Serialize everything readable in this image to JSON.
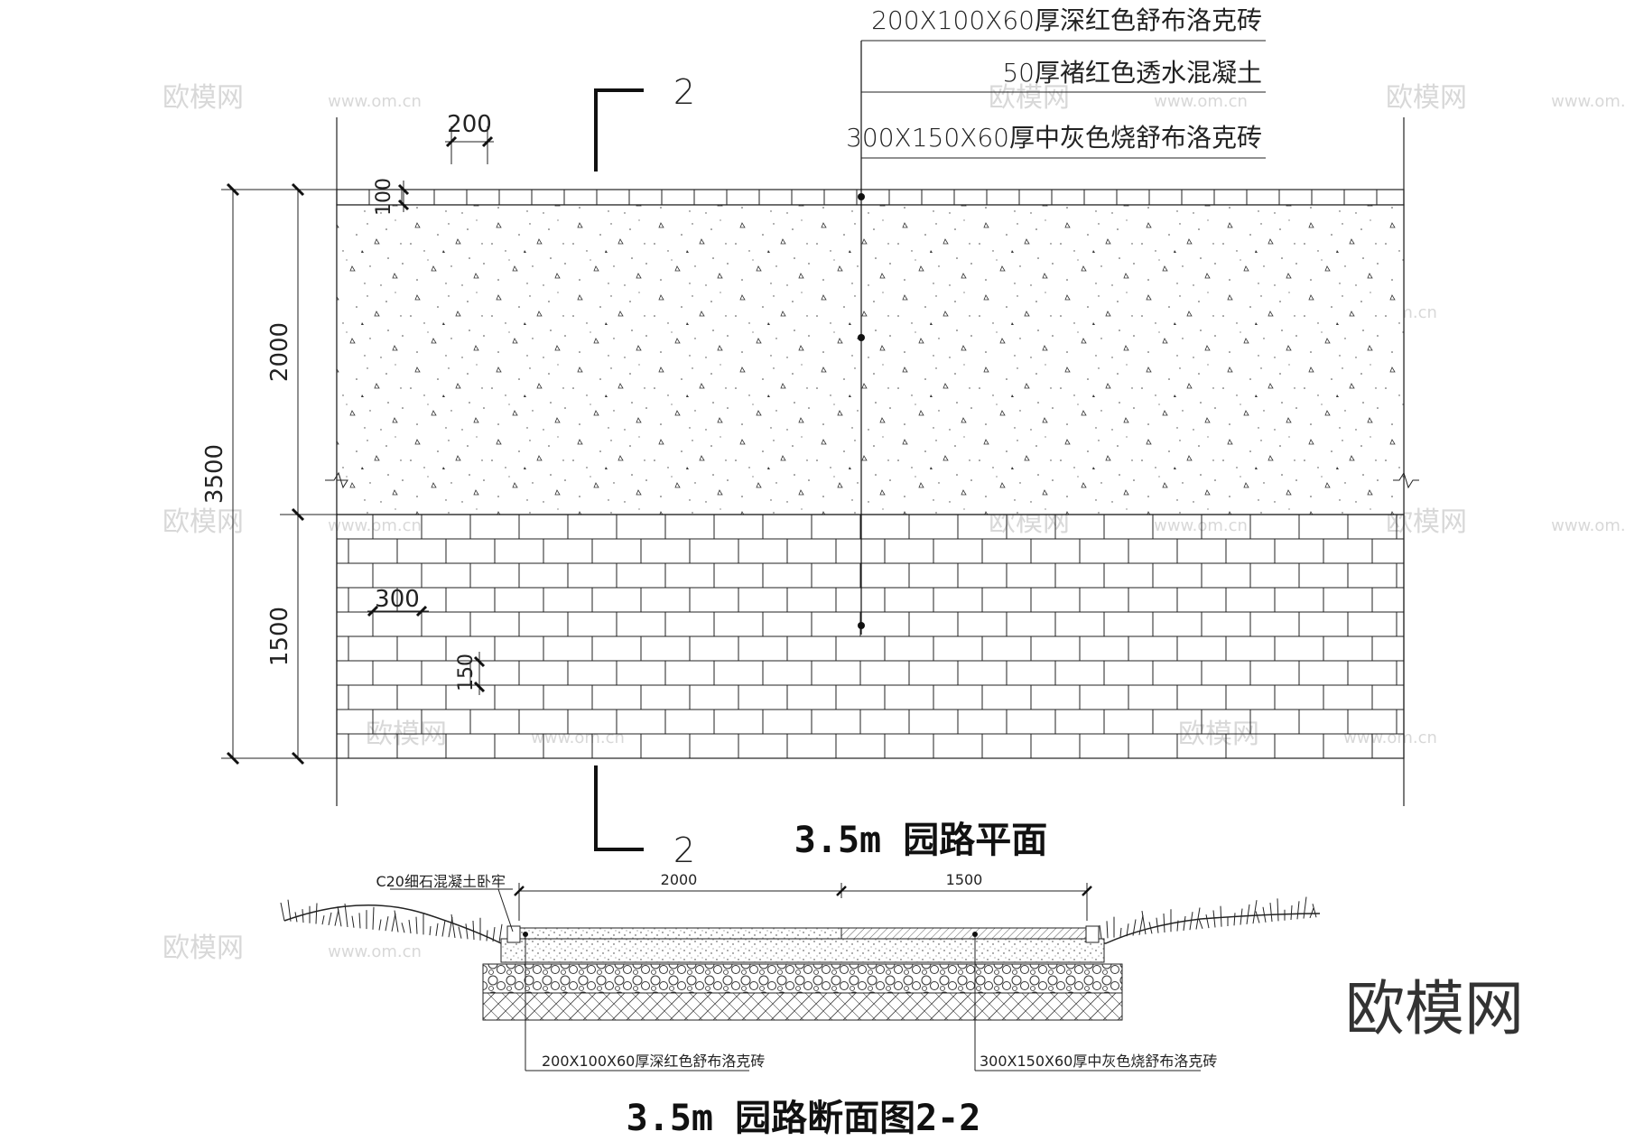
{
  "plan": {
    "title": "3.5m 园路平面",
    "section_mark": "2",
    "callouts": [
      "200X100X60厚深红色舒布洛克砖",
      "50厚褚红色透水混凝土",
      "300X150X60厚中灰色烧舒布洛克砖"
    ],
    "dims": {
      "brick_w_top": "200",
      "brick_h_top": "100",
      "band_2000": "2000",
      "total_3500": "3500",
      "band_1500": "1500",
      "brick_w_bottom": "300",
      "brick_h_bottom": "150"
    }
  },
  "section": {
    "title": "3.5m 园路断面图2-2",
    "note_top": "C20细石混凝土卧牢",
    "dim_left": "2000",
    "dim_right": "1500",
    "note_left": "200X100X60厚深红色舒布洛克砖",
    "note_right": "300X150X60厚中灰色烧舒布洛克砖"
  },
  "watermark": {
    "brand": "欧模网",
    "url": "www.om.cn"
  }
}
